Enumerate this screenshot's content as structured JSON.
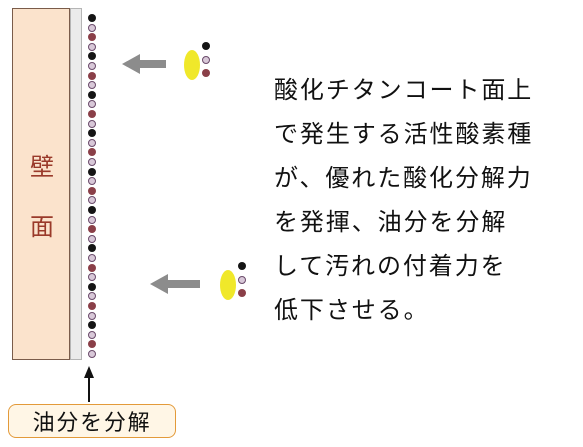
{
  "wall": {
    "label_chars": [
      "壁",
      "面"
    ],
    "fill_color": "#fbe3cc",
    "text_color": "#9a3a2a"
  },
  "coating": {
    "color": "#ebebeb"
  },
  "description": {
    "lines": [
      "酸化チタンコート面上",
      "で発生する活性酸素種",
      "が、優れた酸化分解力",
      "を発揮、油分を分解",
      "して汚れの付着力を",
      "低下させる。"
    ]
  },
  "label": {
    "text": "油分を分解",
    "border_color": "#e39a3a"
  },
  "colors": {
    "arrow": "#8c8c8c",
    "molecule_head": "#f0e82a",
    "dot_black": "#151515",
    "dot_grey": "#d8c8d8",
    "dot_brown": "#8a3f48"
  },
  "icons": [
    "arrow-left-icon",
    "arrow-up-icon",
    "molecule-icon"
  ]
}
